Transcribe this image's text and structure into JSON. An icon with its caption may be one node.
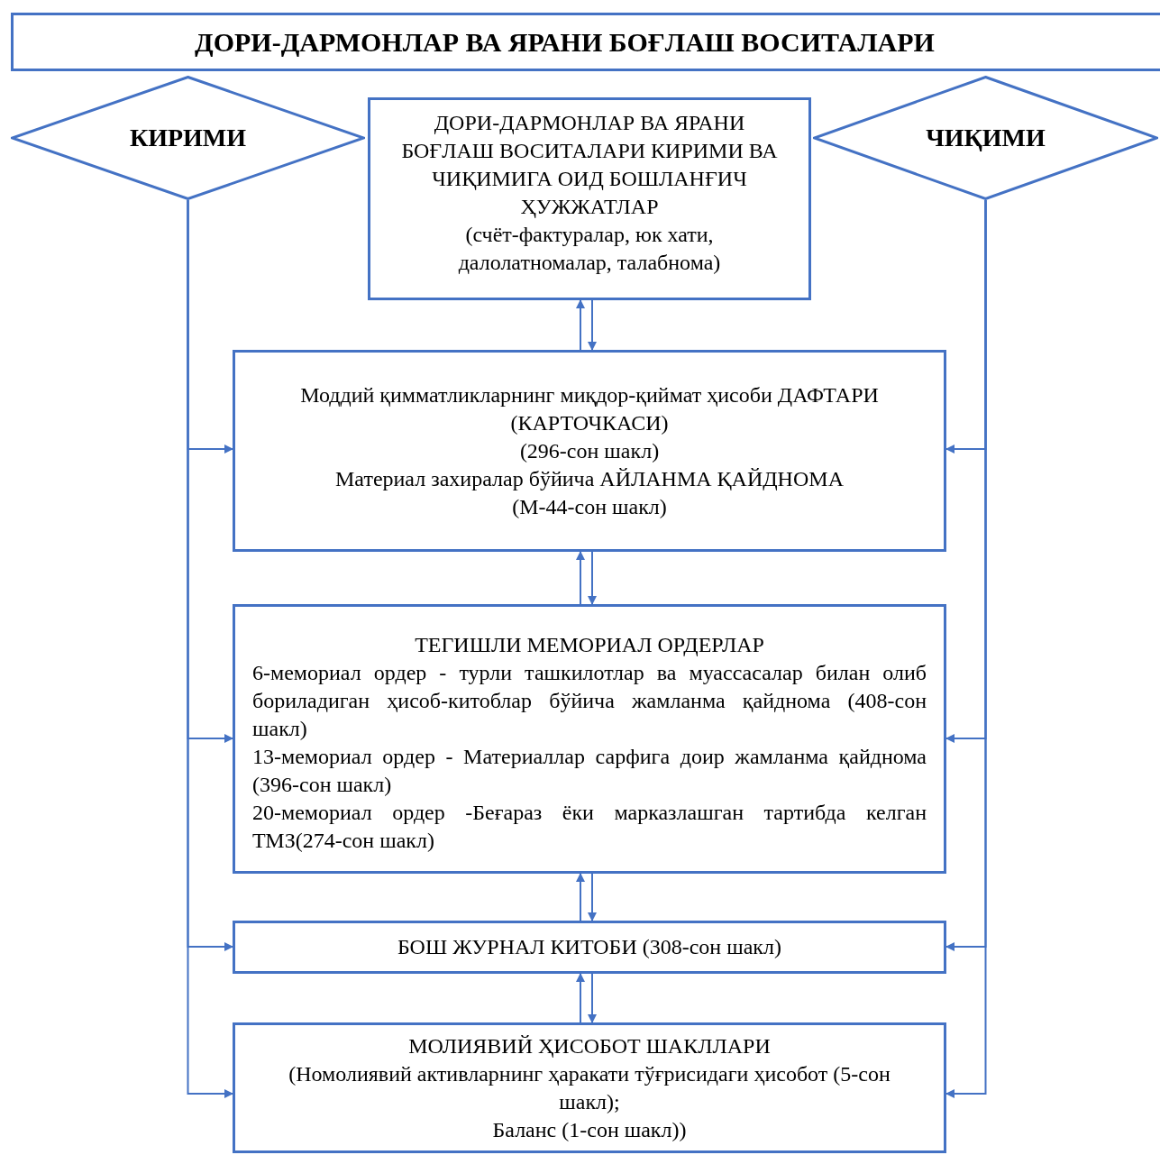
{
  "diagram": {
    "title": "ДОРИ-ДАРМОНЛАР ВА ЯРАНИ БОҒЛАШ ВОСИТАЛАРИ",
    "nodes": [
      {
        "text": [
          "КИРИМИ"
        ]
      },
      {
        "text": [
          "ЧИҚИМИ"
        ]
      },
      {
        "text": [
          "ДОРИ-ДАРМОНЛАР ВА ЯРАНИ БОҒЛАШ ВОСИТАЛАРИ КИРИМИ ВА ЧИҚИМИГА ОИД БОШЛАНҒИЧ ҲУЖЖАТЛАР",
          "(счёт-фактуралар, юк хати, далолатномалар, талабнома)"
        ]
      },
      {
        "text": [
          "Моддий қимматликларнинг миқдор-қиймат ҳисоби ДАФТАРИ (КАРТОЧКАСИ)",
          "(296-сон шакл)",
          "Материал захиралар бўйича АЙЛАНМА ҚАЙДНОМА",
          "(М-44-сон шакл)"
        ]
      },
      {
        "text": [
          "ТЕГИШЛИ МЕМОРИАЛ ОРДЕРЛАР",
          "6-мемориал ордер - турли ташкилотлар ва муассасалар билан олиб бориладиган ҳисоб-китоблар бўйича жамланма қайднома (408-сон шакл)",
          "13-мемориал ордер - Материаллар сарфига доир жамланма қайднома (396-сон шакл)",
          "20-мемориал ордер -Беғараз ёки марказлашган тартибда келган ТМЗ(274-сон шакл)"
        ]
      },
      {
        "text": [
          "БОШ ЖУРНАЛ КИТОБИ (308-сон шакл)"
        ]
      },
      {
        "text": [
          "МОЛИЯВИЙ ҲИСОБОТ ШАКЛЛАРИ",
          "(Номолиявий активларнинг ҳаракати тўғрисидаги ҳисобот (5-сон шакл);",
          "Баланс (1-сон шакл))"
        ]
      }
    ],
    "edges": [
      {
        "from": 3,
        "to": 2,
        "arrow": "to"
      },
      {
        "from": 2,
        "to": 3,
        "arrow": "to"
      },
      {
        "from": 4,
        "to": 3,
        "arrow": "to"
      },
      {
        "from": 3,
        "to": 4,
        "arrow": "to"
      },
      {
        "from": 5,
        "to": 4,
        "arrow": "to"
      },
      {
        "from": 4,
        "to": 5,
        "arrow": "to"
      },
      {
        "from": 6,
        "to": 5,
        "arrow": "to"
      },
      {
        "from": 5,
        "to": 6,
        "arrow": "to"
      },
      {
        "from": 0,
        "to": 3,
        "arrow": "to"
      },
      {
        "from": 0,
        "to": 4,
        "arrow": "to"
      },
      {
        "from": 0,
        "to": 5,
        "arrow": "to"
      },
      {
        "from": 0,
        "to": 6,
        "arrow": "to"
      },
      {
        "from": 1,
        "to": 3,
        "arrow": "to"
      },
      {
        "from": 1,
        "to": 4,
        "arrow": "to"
      },
      {
        "from": 1,
        "to": 5,
        "arrow": "to"
      },
      {
        "from": 1,
        "to": 6,
        "arrow": "to"
      }
    ]
  }
}
